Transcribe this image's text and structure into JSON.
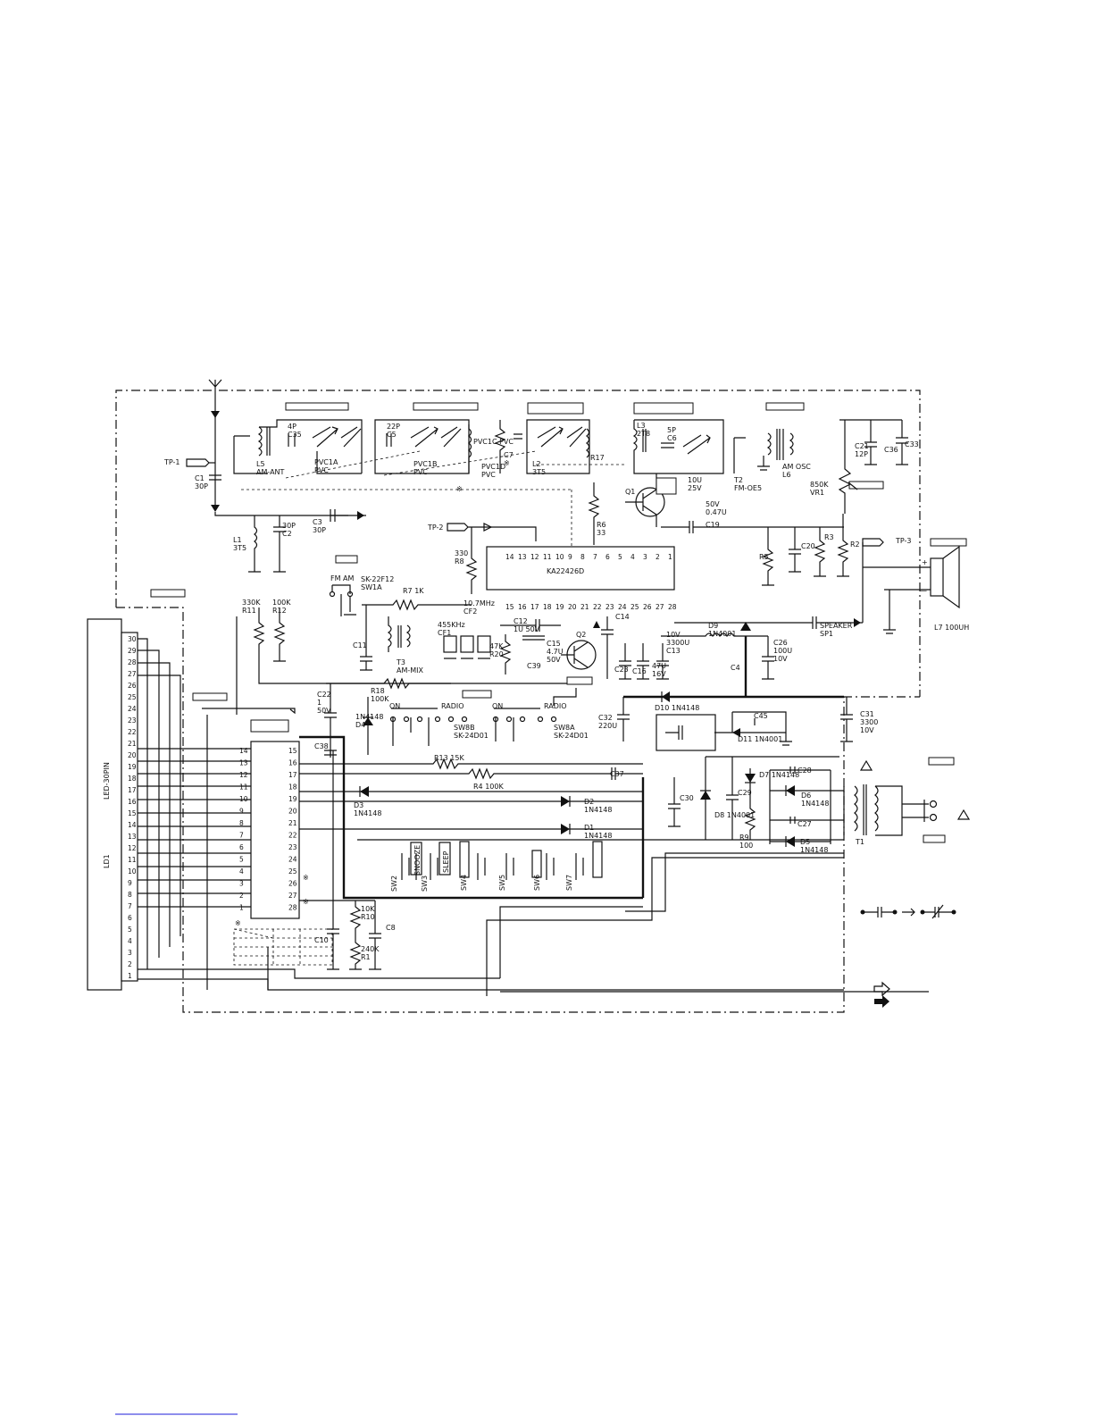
{
  "schematic": {
    "ics": {
      "radio_ic": "KA22426D",
      "lcd": "LD1",
      "lcd_pin_label": "LED-30PIN"
    },
    "components": [
      {
        "id": "tp1",
        "text": "TP-1"
      },
      {
        "id": "tp2",
        "text": "TP-2"
      },
      {
        "id": "tp3",
        "text": "TP-3"
      },
      {
        "id": "c1",
        "text": "C1\n30P"
      },
      {
        "id": "c2",
        "text": "30P\nC2"
      },
      {
        "id": "c3",
        "text": "C3\n30P"
      },
      {
        "id": "c35",
        "text": "4P\nC35"
      },
      {
        "id": "c5",
        "text": "22P\nC5"
      },
      {
        "id": "c6",
        "text": "5P\nC6"
      },
      {
        "id": "c7",
        "text": "C7\n※"
      },
      {
        "id": "l5",
        "text": "L5\nAM-ANT"
      },
      {
        "id": "pvc1a",
        "text": "PVC1A\nPVC"
      },
      {
        "id": "pvc1b",
        "text": "PVC1B\nPVC"
      },
      {
        "id": "pvc1c",
        "text": "PVC1C  PVC"
      },
      {
        "id": "pvc1d",
        "text": "PVC1D\nPVC"
      },
      {
        "id": "l2",
        "text": "L2\n3T5"
      },
      {
        "id": "r17",
        "text": "R17"
      },
      {
        "id": "l3",
        "text": "L3\n2T8"
      },
      {
        "id": "l6",
        "text": "AM OSC\nL6"
      },
      {
        "id": "t2",
        "text": "T2\nFM-OE5"
      },
      {
        "id": "c21",
        "text": "C21\n12P"
      },
      {
        "id": "c36",
        "text": "C36"
      },
      {
        "id": "c33",
        "text": "C33"
      },
      {
        "id": "c33v",
        "text": "10U\n25V"
      },
      {
        "id": "vr1",
        "text": "850K\nVR1"
      },
      {
        "id": "q1",
        "text": "Q1"
      },
      {
        "id": "l1",
        "text": "L1\n3T5"
      },
      {
        "id": "r6",
        "text": "R6\n33"
      },
      {
        "id": "c19",
        "text": "C19"
      },
      {
        "id": "c19v",
        "text": "50V\n0.47U"
      },
      {
        "id": "c20",
        "text": "C20"
      },
      {
        "id": "r3",
        "text": "R3"
      },
      {
        "id": "r2",
        "text": "R2"
      },
      {
        "id": "r5",
        "text": "R5"
      },
      {
        "id": "r8",
        "text": "330\nR8"
      },
      {
        "id": "r11",
        "text": "330K\nR11"
      },
      {
        "id": "r12",
        "text": "100K\nR12"
      },
      {
        "id": "sw1a",
        "text": "SK-22F12\nSW1A"
      },
      {
        "id": "fmam",
        "text": "FM    AM"
      },
      {
        "id": "r7",
        "text": "R7  1K"
      },
      {
        "id": "c11",
        "text": "C11"
      },
      {
        "id": "t3",
        "text": "T3\nAM-MIX"
      },
      {
        "id": "cf1",
        "text": "455KHz\nCF1"
      },
      {
        "id": "cf2",
        "text": "10.7MHz\nCF2"
      },
      {
        "id": "c12",
        "text": "C12\n1U 50V"
      },
      {
        "id": "c15",
        "text": "C15\n4.7U\n50V"
      },
      {
        "id": "r20",
        "text": "47K\nR20"
      },
      {
        "id": "c39",
        "text": "C39"
      },
      {
        "id": "q2",
        "text": "Q2"
      },
      {
        "id": "c14",
        "text": "C14"
      },
      {
        "id": "c23",
        "text": "C23"
      },
      {
        "id": "c16",
        "text": "C16"
      },
      {
        "id": "c13",
        "text": "10V\n3300U\nC13"
      },
      {
        "id": "c13b",
        "text": "47U\n16V"
      },
      {
        "id": "l7",
        "text": "L7  100UH"
      },
      {
        "id": "d9",
        "text": "D9\n1N4001"
      },
      {
        "id": "c4",
        "text": "C4"
      },
      {
        "id": "c26",
        "text": "C26\n100U\n10V"
      },
      {
        "id": "speaker",
        "text": "SPEAKER\nSP1"
      },
      {
        "id": "r18",
        "text": "R18\n100K"
      },
      {
        "id": "c22",
        "text": "C22\n1\n50V"
      },
      {
        "id": "d4",
        "text": "1N4148\nD4"
      },
      {
        "id": "sw8b",
        "text": "SW8B\nSK-24D01"
      },
      {
        "id": "sw8a",
        "text": "SW8A\nSK-24D01"
      },
      {
        "id": "on",
        "text": "ON"
      },
      {
        "id": "radio",
        "text": "RADIO"
      },
      {
        "id": "d10",
        "text": "D10  1N4148"
      },
      {
        "id": "c45",
        "text": "C45"
      },
      {
        "id": "d11",
        "text": "D11  1N4001"
      },
      {
        "id": "c32",
        "text": "C32\n220U"
      },
      {
        "id": "c31",
        "text": "C31\n3300\n10V"
      },
      {
        "id": "c38",
        "text": "C38"
      },
      {
        "id": "r13",
        "text": "R13  15K"
      },
      {
        "id": "r4",
        "text": "R4  100K"
      },
      {
        "id": "c37",
        "text": "C37"
      },
      {
        "id": "d3",
        "text": "D3\n1N4148"
      },
      {
        "id": "d2",
        "text": "D2\n1N4148"
      },
      {
        "id": "d1",
        "text": "D1\n1N4148"
      },
      {
        "id": "c30",
        "text": "C30"
      },
      {
        "id": "d8",
        "text": "D8 1N4001"
      },
      {
        "id": "c29",
        "text": "C29"
      },
      {
        "id": "d7",
        "text": "D7 1N4148"
      },
      {
        "id": "c28",
        "text": "C28"
      },
      {
        "id": "d6",
        "text": "D6\n1N4148"
      },
      {
        "id": "c27",
        "text": "C27"
      },
      {
        "id": "d5",
        "text": "D5\n1N4148"
      },
      {
        "id": "r9",
        "text": "R9\n100"
      },
      {
        "id": "t1",
        "text": "T1"
      },
      {
        "id": "sw2",
        "text": "SW2"
      },
      {
        "id": "snooze",
        "text": "SNOOZE"
      },
      {
        "id": "sw3",
        "text": "SW3"
      },
      {
        "id": "sleep",
        "text": "SLEEP"
      },
      {
        "id": "sw4",
        "text": "SW4"
      },
      {
        "id": "sw5",
        "text": "SW5"
      },
      {
        "id": "sw6",
        "text": "SW6"
      },
      {
        "id": "sw7",
        "text": "SW7"
      },
      {
        "id": "r10",
        "text": "10K\nR10"
      },
      {
        "id": "r1",
        "text": "240K\nR1"
      },
      {
        "id": "c8",
        "text": "C8"
      },
      {
        "id": "c10",
        "text": "C10"
      }
    ],
    "lcd_pins": [
      "30",
      "29",
      "28",
      "27",
      "26",
      "25",
      "24",
      "23",
      "22",
      "21",
      "20",
      "19",
      "18",
      "17",
      "16",
      "15",
      "14",
      "13",
      "12",
      "11",
      "10",
      "9",
      "8",
      "7",
      "6",
      "5",
      "4",
      "3",
      "2",
      "1"
    ],
    "ic2_left_pins": [
      "14",
      "13",
      "12",
      "11",
      "10",
      "9",
      "8",
      "7",
      "6",
      "5",
      "4",
      "3",
      "2",
      "1"
    ],
    "ic2_right_pins": [
      "15",
      "16",
      "17",
      "18",
      "19",
      "20",
      "21",
      "22",
      "23",
      "24",
      "25",
      "26",
      "27",
      "28"
    ],
    "ic1_top_pins": [
      "14",
      "13",
      "12",
      "11",
      "10",
      "9",
      "8",
      "7",
      "6",
      "5",
      "4",
      "3",
      "2",
      "1"
    ],
    "ic1_bottom_pins": [
      "15",
      "16",
      "17",
      "18",
      "19",
      "20",
      "21",
      "22",
      "23",
      "24",
      "25",
      "26",
      "27",
      "28"
    ],
    "misc": {
      "ref_mark": "※",
      "tp3_plus": "+",
      "tp3_minus": "—"
    }
  }
}
